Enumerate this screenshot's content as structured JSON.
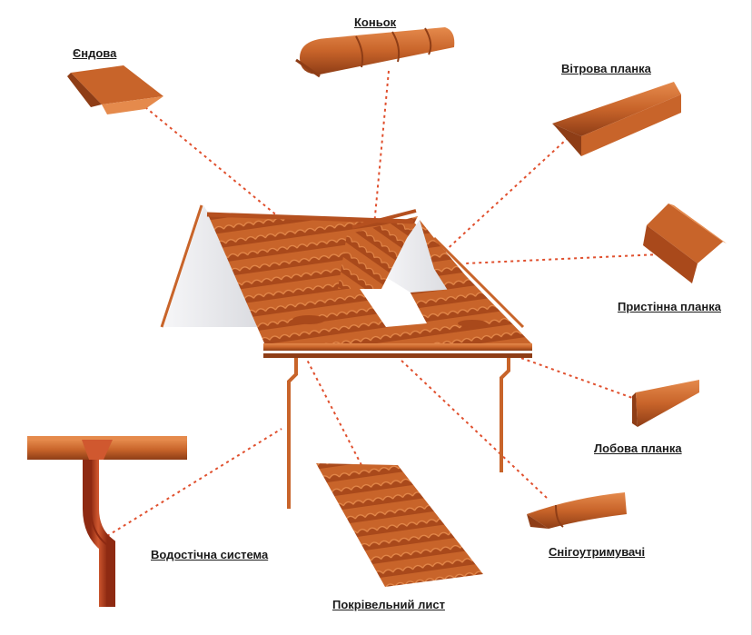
{
  "labels": {
    "endova": "Єндова",
    "konok": "Коньок",
    "vitrova": "Вітрова планка",
    "prystinna": "Пристінна планка",
    "lobova": "Лобова планка",
    "vodostichna": "Водостічна система",
    "pokrivelnyi": "Покрівельний лист",
    "snigo": "Снігоутримувачі"
  },
  "colors": {
    "metal": "#c8642a",
    "metal_dark": "#8e3d16",
    "metal_light": "#e58a4c",
    "gutter": "#b5451f",
    "leader_line": "#e0502e",
    "wall": "#e9e9ec"
  }
}
